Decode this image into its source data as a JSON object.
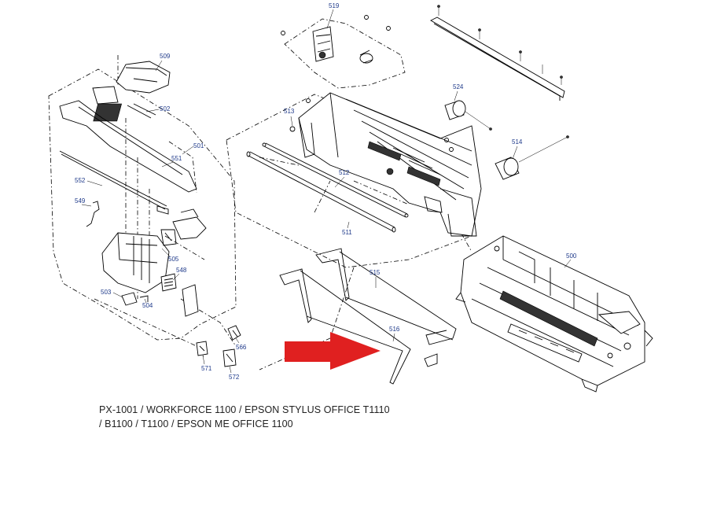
{
  "callouts": {
    "c519": "519",
    "c509": "509",
    "c502": "502",
    "c501": "501",
    "c551": "551",
    "c552": "552",
    "c549": "549",
    "c505": "505",
    "c548": "548",
    "c503": "503",
    "c504": "504",
    "c566": "566",
    "c571": "571",
    "c572": "572",
    "c513": "513",
    "c512": "512",
    "c511": "511",
    "c524": "524",
    "c514": "514",
    "c515": "515",
    "c516": "516",
    "c500": "500"
  },
  "caption": {
    "line1": "PX-1001 / WORKFORCE 1100 / EPSON STYLUS OFFICE T1110",
    "line2": "/ B1100 / T1100 / EPSON ME OFFICE 1100"
  },
  "colors": {
    "callout": "#1f3a8a",
    "arrow": "#e02020",
    "line": "#000000"
  },
  "icons": {
    "pointer": "red-arrow-icon"
  }
}
